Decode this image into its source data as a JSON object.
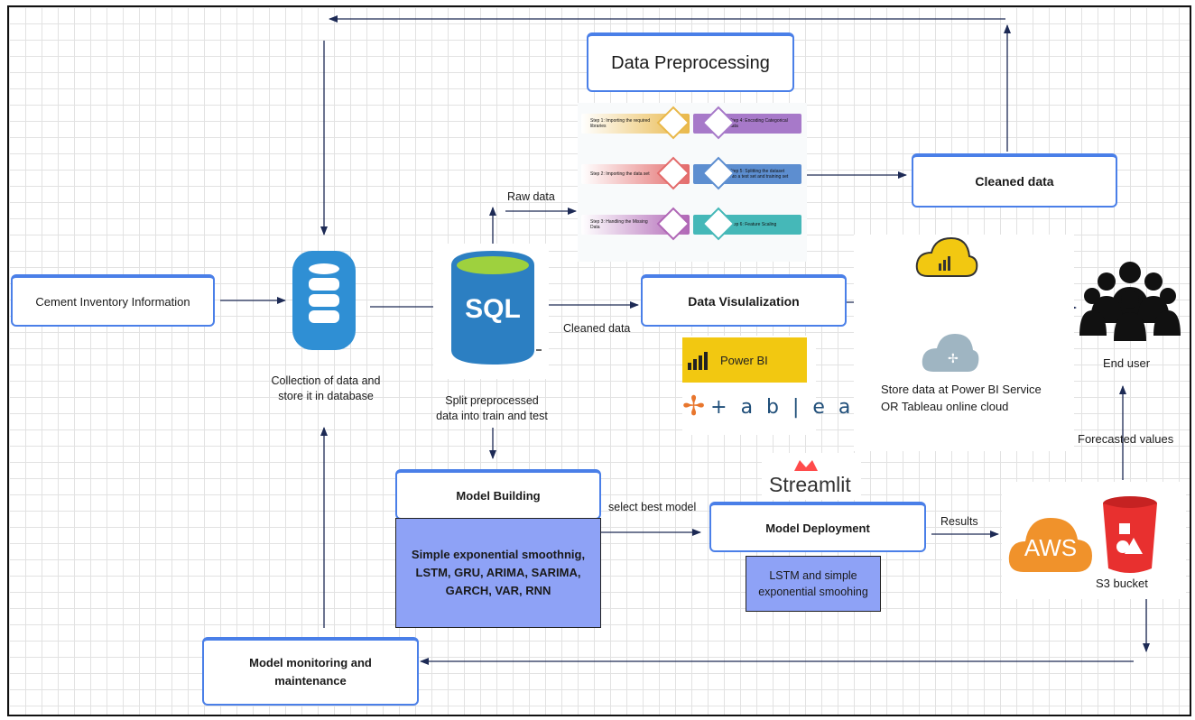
{
  "boxes": {
    "source": "Cement Inventory Information",
    "preprocessing": "Data Preprocessing",
    "cleaned": "Cleaned data",
    "visualization": "Data Visulalization",
    "model_building": "Model Building",
    "deployment": "Model Deployment",
    "monitoring": "Model monitoring and maintenance"
  },
  "panels": {
    "models": "Simple exponential smoothnig, LSTM, GRU, ARIMA, SARIMA, GARCH, VAR, RNN",
    "deploy_models": "LSTM and simple exponential smoohing"
  },
  "labels": {
    "collection": "Collection of data and store it  in database",
    "raw_data": "Raw  data",
    "cleaned_data": "Cleaned data",
    "split": "Split preprocessed data into train and test",
    "select_best": "select best model",
    "results": "Results",
    "store_cloud": "Store data at Power BI Service OR Tableau online cloud",
    "end_user": "End user",
    "forecasted": "Forecasted values",
    "s3": "S3 bucket"
  },
  "logos": {
    "sql": "SQL",
    "power_bi": "Power BI",
    "tableau": "+ a b | e a u",
    "streamlit": "Streamlit",
    "aws": "AWS"
  },
  "preprocessing_steps": [
    {
      "text": "Step 1: Importing the required libraries",
      "color": "#e9b84a"
    },
    {
      "text": "Step 4: Encoding Categorical data",
      "color": "#a779c9"
    },
    {
      "text": "Step 2: Importing the data set",
      "color": "#e36b6b"
    },
    {
      "text": "Step 5: Splitting the dataset into a test set and training set",
      "color": "#5d8ed0"
    },
    {
      "text": "Step 3: Handling the Missing Data",
      "color": "#b067b6"
    },
    {
      "text": "Step 6: Feature Scaling",
      "color": "#45b8b8"
    }
  ],
  "colors": {
    "box_border": "#4a7fe8",
    "panel_fill": "#8ea2f6",
    "arrow": "#1d2a55",
    "db_blue": "#2f8fd4",
    "sql_blue": "#2c7fc2",
    "aws_orange": "#f0922b",
    "s3_red": "#e8302f",
    "powerbi_yellow": "#f2c811"
  }
}
